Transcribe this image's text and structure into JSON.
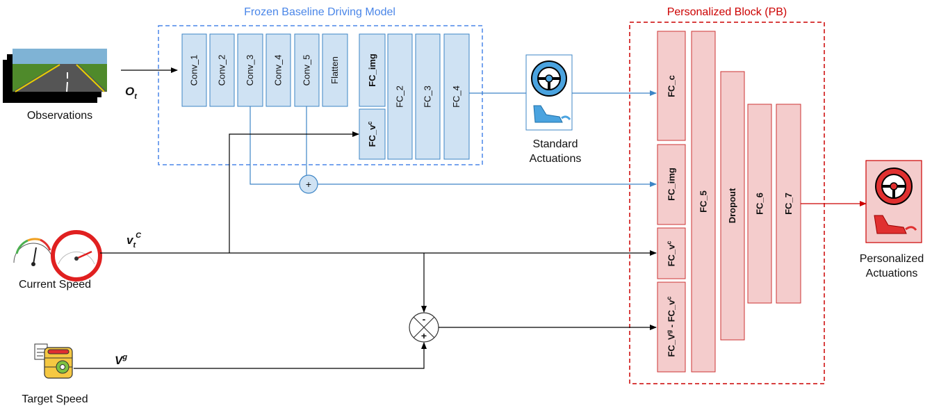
{
  "titles": {
    "frozen_model": "Frozen Baseline Driving Model",
    "personalized_block": "Personalized Block (PB)"
  },
  "inputs": {
    "observations": "Observations",
    "current_speed": "Current Speed",
    "target_speed": "Target Speed"
  },
  "outputs": {
    "standard_line1": "Standard",
    "standard_line2": "Actuations",
    "personalized_line1": "Personalized",
    "personalized_line2": "Actuations"
  },
  "signals": {
    "obs_main": "O",
    "obs_sub": "t",
    "cur_main": "v",
    "cur_sub": "t",
    "cur_sup": "C",
    "tgt_main": "V",
    "tgt_sup": "g"
  },
  "baseline_layers": {
    "conv1": "Conv_1",
    "conv2": "Conv_2",
    "conv3": "Conv_3",
    "conv4": "Conv_4",
    "conv5": "Conv_5",
    "flatten": "Flatten",
    "fc_img": "FC_img",
    "fc_v_main": "FC_v",
    "fc_v_sup": "c",
    "fc2": "FC_2",
    "fc3": "FC_3",
    "fc4": "FC_4"
  },
  "pb_layers": {
    "fc_c": "FC_c",
    "fc_img": "FC_img",
    "fc_v_main": "FC_v",
    "fc_v_sup": "c",
    "fc_diff_a": "FC_V",
    "fc_diff_a_sup": "g",
    "fc_diff_mid": " - FC_v",
    "fc_diff_b_sup": "c",
    "fc5": "FC_5",
    "dropout": "Dropout",
    "fc6": "FC_6",
    "fc7": "FC_7"
  },
  "operators": {
    "plus": "+",
    "minus": "-"
  },
  "colors": {
    "blue_line": "#4a86e8",
    "blue_fill": "#cfe2f3",
    "blue_stroke": "#3d85c6",
    "red_line": "#cc0000",
    "red_fill": "#f4cccc",
    "red_stroke": "#cc3333"
  }
}
